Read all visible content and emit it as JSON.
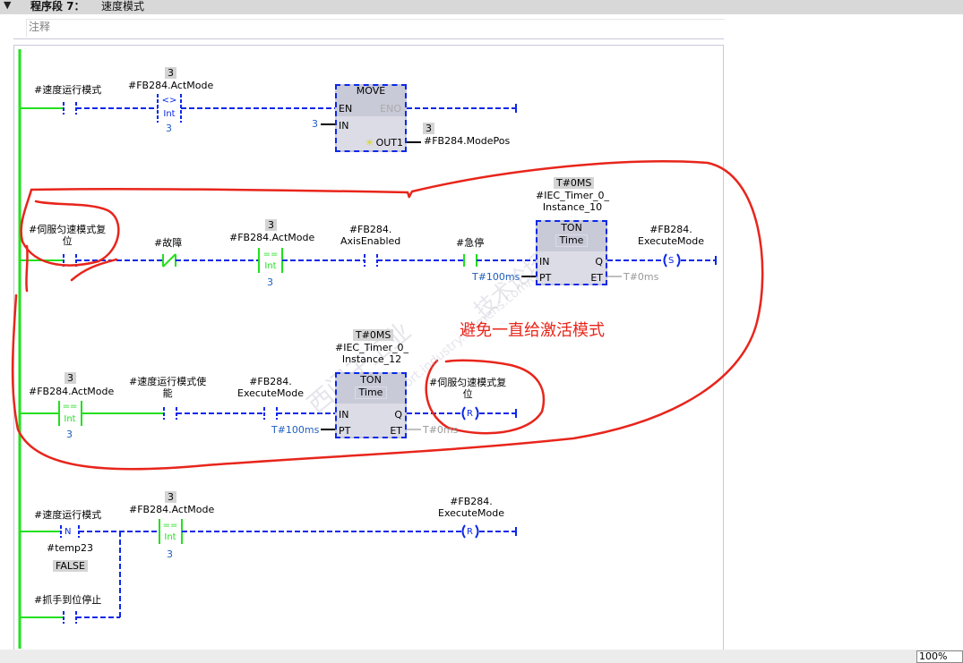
{
  "header": {
    "toggle_icon": "▼",
    "segment_label": "程序段 7：",
    "segment_title": "速度模式"
  },
  "comment": {
    "placeholder": "注释"
  },
  "status_bar": {
    "zoom": "100%"
  },
  "colors": {
    "powered_wire": "#22e01e",
    "unpowered_wire": "#0b28e8",
    "annotation": "#e8251b",
    "value_blue": "#1f5fbf",
    "block_fill": "#c9cad8"
  },
  "rungs": [
    {
      "contact1": {
        "operand": "#速度运行模式",
        "type": "NO"
      },
      "compare": {
        "badge": "3",
        "operand": "#FB284.ActMode",
        "op": "<>",
        "dtype": "Int",
        "value": "3"
      },
      "move": {
        "title": "MOVE",
        "en": "EN",
        "eno": "ENO",
        "in": "IN",
        "out": "OUT1",
        "in_value": "3",
        "out_badge": "3",
        "out_operand": "#FB284.ModePos"
      }
    },
    {
      "contact1": {
        "operand_line1": "#伺服匀速模式复",
        "operand_line2": "位",
        "type": "NO"
      },
      "contact2": {
        "operand": "#故障",
        "type": "NC"
      },
      "compare": {
        "badge": "3",
        "operand": "#FB284.ActMode",
        "op": "==",
        "dtype": "Int",
        "value": "3"
      },
      "contact3": {
        "operand_line1": "#FB284.",
        "operand_line2": "AxisEnabled",
        "type": "NO"
      },
      "contact4": {
        "operand": "#急停",
        "type": "NO"
      },
      "timer": {
        "badge": "T#0MS",
        "instance_line1": "#IEC_Timer_0_",
        "instance_line2": "Instance_10",
        "type": "TON",
        "subtype": "Time",
        "in": "IN",
        "pt": "PT",
        "q": "Q",
        "et": "ET",
        "pt_value": "T#100ms",
        "et_value": "T#0ms"
      },
      "coil": {
        "operand_line1": "#FB284.",
        "operand_line2": "ExecuteMode",
        "type": "S"
      }
    },
    {
      "compare": {
        "badge": "3",
        "operand": "#FB284.ActMode",
        "op": "==",
        "dtype": "Int",
        "value": "3"
      },
      "contact1": {
        "operand_line1": "#速度运行模式使",
        "operand_line2": "能",
        "type": "NO"
      },
      "contact2": {
        "operand_line1": "#FB284.",
        "operand_line2": "ExecuteMode",
        "type": "NO"
      },
      "timer": {
        "badge": "T#0MS",
        "instance_line1": "#IEC_Timer_0_",
        "instance_line2": "Instance_12",
        "type": "TON",
        "subtype": "Time",
        "in": "IN",
        "pt": "PT",
        "q": "Q",
        "et": "ET",
        "pt_value": "T#100ms",
        "et_value": "T#0ms"
      },
      "coil": {
        "operand_line1": "#伺服匀速模式复",
        "operand_line2": "位",
        "type": "R"
      }
    },
    {
      "contact1": {
        "operand": "#速度运行模式",
        "type": "N",
        "edge_bit": "#temp23",
        "edge_badge": "FALSE"
      },
      "contact2": {
        "operand": "#抓手到位停止",
        "type": "NO"
      },
      "compare": {
        "badge": "3",
        "operand": "#FB284.ActMode",
        "op": "==",
        "dtype": "Int",
        "value": "3"
      },
      "coil": {
        "operand_line1": "#FB284.",
        "operand_line2": "ExecuteMode",
        "type": "R"
      }
    }
  ],
  "annotation": {
    "text": "避免一直给激活模式"
  },
  "watermark": {
    "line1": "西门子工业",
    "line2": "技术论坛",
    "line3": "support.industry.siemens.com/cs"
  }
}
